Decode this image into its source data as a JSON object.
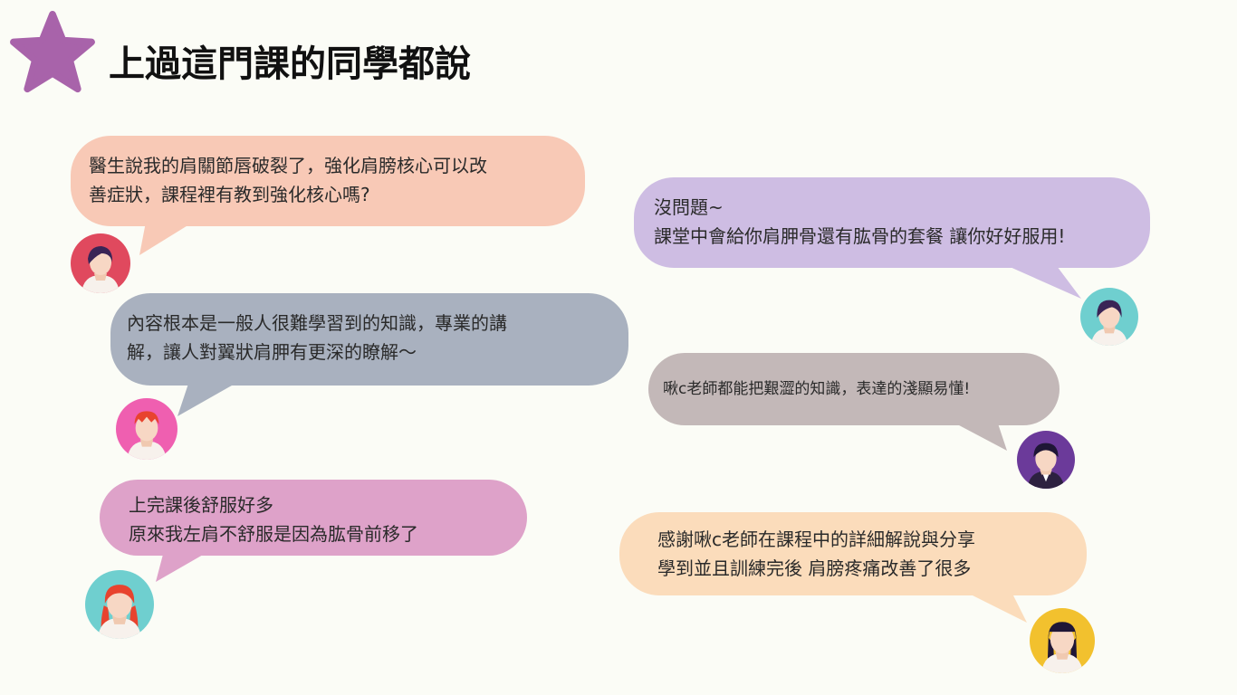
{
  "page": {
    "title": "上過這門課的同學都說",
    "icon": "star-icon",
    "colors": {
      "background": "#fbfcf6",
      "star": "#a863aa"
    }
  },
  "testimonials": [
    {
      "id": "t1",
      "text": "醫生說我的肩關節唇破裂了，強化肩膀核心可以改\n善症狀，課程裡有教到強化核心嗎?",
      "bubble_color": "#f8c9b6",
      "avatar_bg": "#e0495e",
      "avatar_icon": "person-avatar-icon"
    },
    {
      "id": "t2",
      "text": "內容根本是一般人很難學習到的知識，專業的講\n解，讓人對翼狀肩胛有更深的瞭解～",
      "bubble_color": "#a9b1bf",
      "avatar_bg": "#ef5fb0",
      "avatar_icon": "person-avatar-icon"
    },
    {
      "id": "t3",
      "text": "上完課後舒服好多\n原來我左肩不舒服是因為肱骨前移了",
      "bubble_color": "#dea2c9",
      "avatar_bg": "#6fcfcf",
      "avatar_icon": "person-avatar-icon"
    },
    {
      "id": "t4",
      "text": "沒問題~\n課堂中會給你肩胛骨還有肱骨的套餐 讓你好好服用!",
      "bubble_color": "#cebde3",
      "avatar_bg": "#6fcfcf",
      "avatar_icon": "person-avatar-icon"
    },
    {
      "id": "t5",
      "text": "啾c老師都能把艱澀的知識，表達的淺顯易懂!",
      "bubble_color": "#c3b8b8",
      "avatar_bg": "#6b3a9a",
      "avatar_icon": "person-avatar-icon"
    },
    {
      "id": "t6",
      "text": "感謝啾c老師在課程中的詳細解說與分享\n學到並且訓練完後 肩膀疼痛改善了很多",
      "bubble_color": "#fbdcbb",
      "avatar_bg": "#f2c12e",
      "avatar_icon": "person-avatar-icon"
    }
  ]
}
